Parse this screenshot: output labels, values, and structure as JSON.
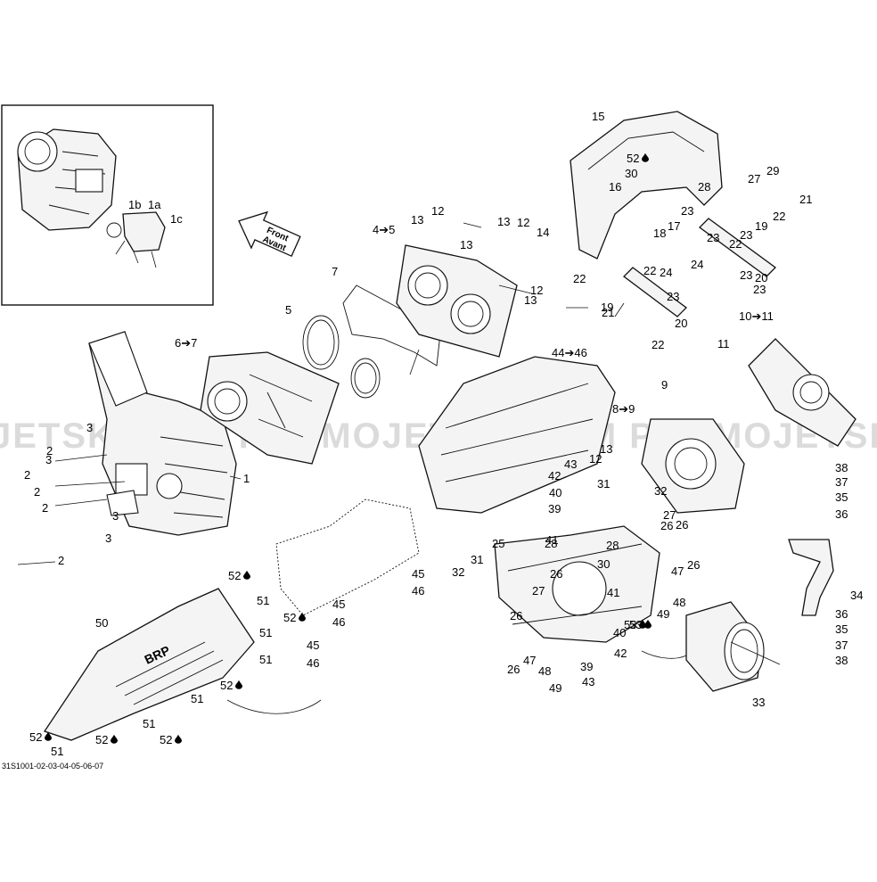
{
  "diagram": {
    "drawing_code": "31S1001-02-03-04-05-06-07",
    "direction_label": [
      "Front",
      "Avant"
    ],
    "brand_mark": "BRP",
    "watermark": "JETSKI.COM   PROMOJETSKI.COM   PROMOJETSKI.COM",
    "callouts": [
      "1b",
      "1a",
      "1c",
      "1",
      "2",
      "2",
      "2",
      "2",
      "2",
      "3",
      "3",
      "3",
      "3",
      "4➔5",
      "5",
      "6➔7",
      "7",
      "8➔9",
      "9",
      "10➔11",
      "11",
      "12",
      "12",
      "12",
      "12",
      "13",
      "13",
      "13",
      "13",
      "13",
      "14",
      "15",
      "16",
      "17",
      "18",
      "19",
      "19",
      "20",
      "20",
      "21",
      "21",
      "22",
      "22",
      "22",
      "22",
      "22",
      "23",
      "23",
      "23",
      "23",
      "23",
      "23",
      "24",
      "24",
      "25",
      "26",
      "26",
      "26",
      "26",
      "26",
      "26",
      "27",
      "27",
      "27",
      "28",
      "28",
      "28",
      "29",
      "30",
      "30",
      "31",
      "31",
      "32",
      "32",
      "33",
      "34",
      "35",
      "35",
      "36",
      "36",
      "37",
      "37",
      "38",
      "38",
      "39",
      "39",
      "40",
      "40",
      "41",
      "41",
      "42",
      "42",
      "43",
      "43",
      "44➔46",
      "45",
      "45",
      "45",
      "46",
      "46",
      "46",
      "47",
      "47",
      "48",
      "48",
      "49",
      "49",
      "50",
      "51",
      "51",
      "51",
      "51",
      "51",
      "51",
      "52",
      "52",
      "52",
      "52",
      "52",
      "52",
      "52",
      "53",
      "53"
    ]
  }
}
